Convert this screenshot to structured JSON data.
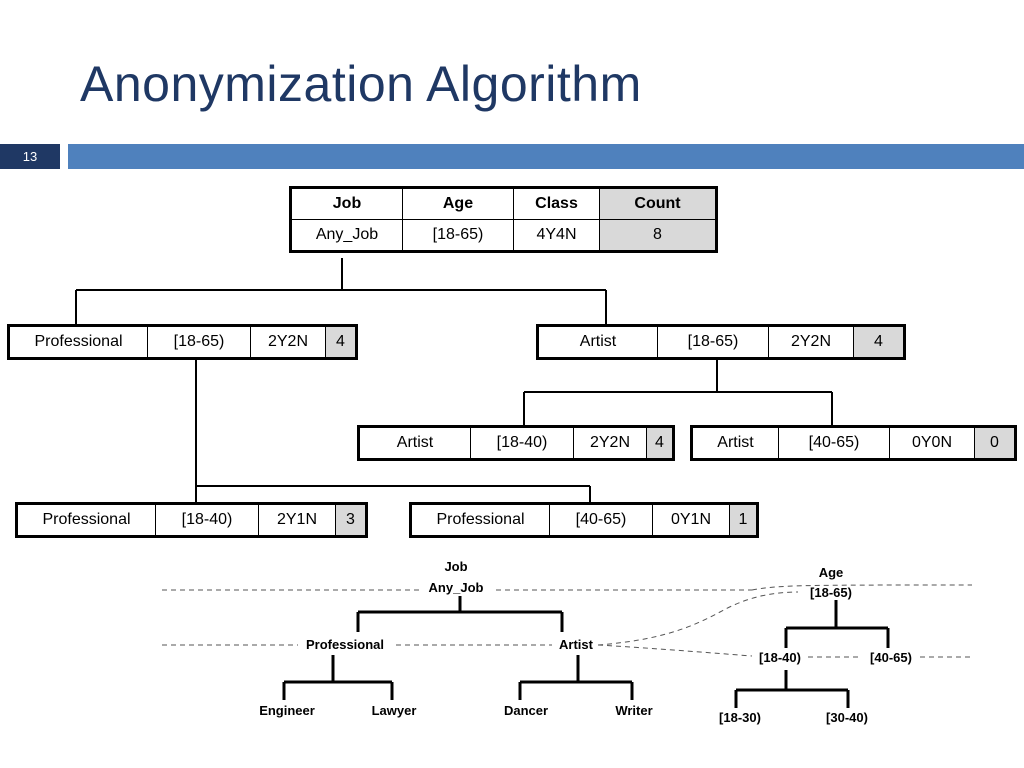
{
  "slide": {
    "title": "Anonymization Algorithm",
    "number": "13"
  },
  "root": {
    "headers": [
      "Job",
      "Age",
      "Class",
      "Count"
    ],
    "row": [
      "Any_Job",
      "[18-65)",
      "4Y4N",
      "8"
    ]
  },
  "level1": [
    {
      "cells": [
        "Professional",
        "[18-65)",
        "2Y2N",
        "4"
      ]
    },
    {
      "cells": [
        "Artist",
        "[18-65)",
        "2Y2N",
        "4"
      ]
    }
  ],
  "level2_artist": [
    {
      "cells": [
        "Artist",
        "[18-40)",
        "2Y2N",
        "4"
      ]
    },
    {
      "cells": [
        "Artist",
        "[40-65)",
        "0Y0N",
        "0"
      ]
    }
  ],
  "level2_professional": [
    {
      "cells": [
        "Professional",
        "[18-40)",
        "2Y1N",
        "3"
      ]
    },
    {
      "cells": [
        "Professional",
        "[40-65)",
        "0Y1N",
        "1"
      ]
    }
  ],
  "job_hierarchy": {
    "name": "Job",
    "root": "Any_Job",
    "level1": [
      "Professional",
      "Artist"
    ],
    "level2": [
      "Engineer",
      "Lawyer",
      "Dancer",
      "Writer"
    ]
  },
  "age_hierarchy": {
    "name": "Age",
    "root": "[18-65)",
    "level1": [
      "[18-40)",
      "[40-65)"
    ],
    "level2": [
      "[18-30)",
      "[30-40)"
    ]
  }
}
